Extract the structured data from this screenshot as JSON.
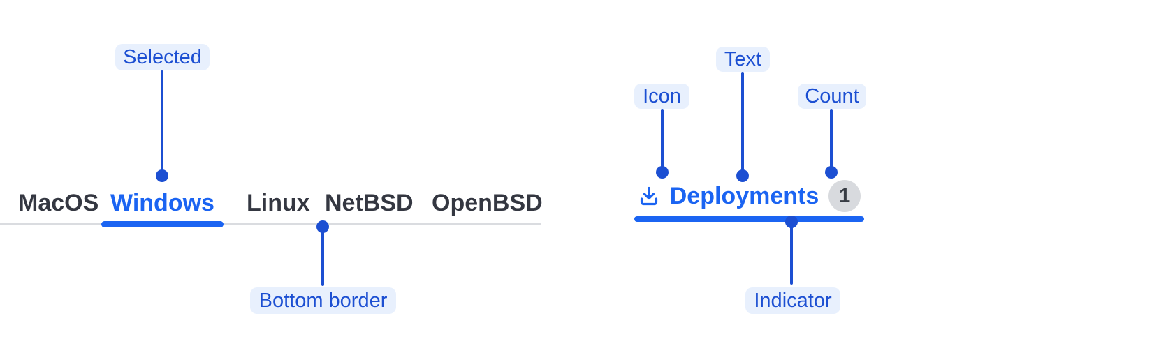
{
  "colors": {
    "accent_blue": "#1B64F2",
    "connector_blue": "#1C4FD2",
    "pill_bg": "#E8F0FD",
    "pill_text": "#1C4FD2",
    "tab_text": "#343741",
    "divider_gray": "#DADCE0",
    "badge_bg": "#D8DADE",
    "badge_text": "#373C44"
  },
  "os_tabs": {
    "annotations": {
      "selected": "Selected",
      "bottom_border": "Bottom border"
    },
    "tabs": [
      {
        "label": "MacOS",
        "selected": false
      },
      {
        "label": "Windows",
        "selected": true
      },
      {
        "label": "Linux",
        "selected": false
      },
      {
        "label": "NetBSD",
        "selected": false
      },
      {
        "label": "OpenBSD",
        "selected": false
      }
    ]
  },
  "deployments_tab": {
    "annotations": {
      "icon": "Icon",
      "text": "Text",
      "count": "Count",
      "indicator": "Indicator"
    },
    "icon": "download-icon",
    "label": "Deployments",
    "count": "1"
  }
}
